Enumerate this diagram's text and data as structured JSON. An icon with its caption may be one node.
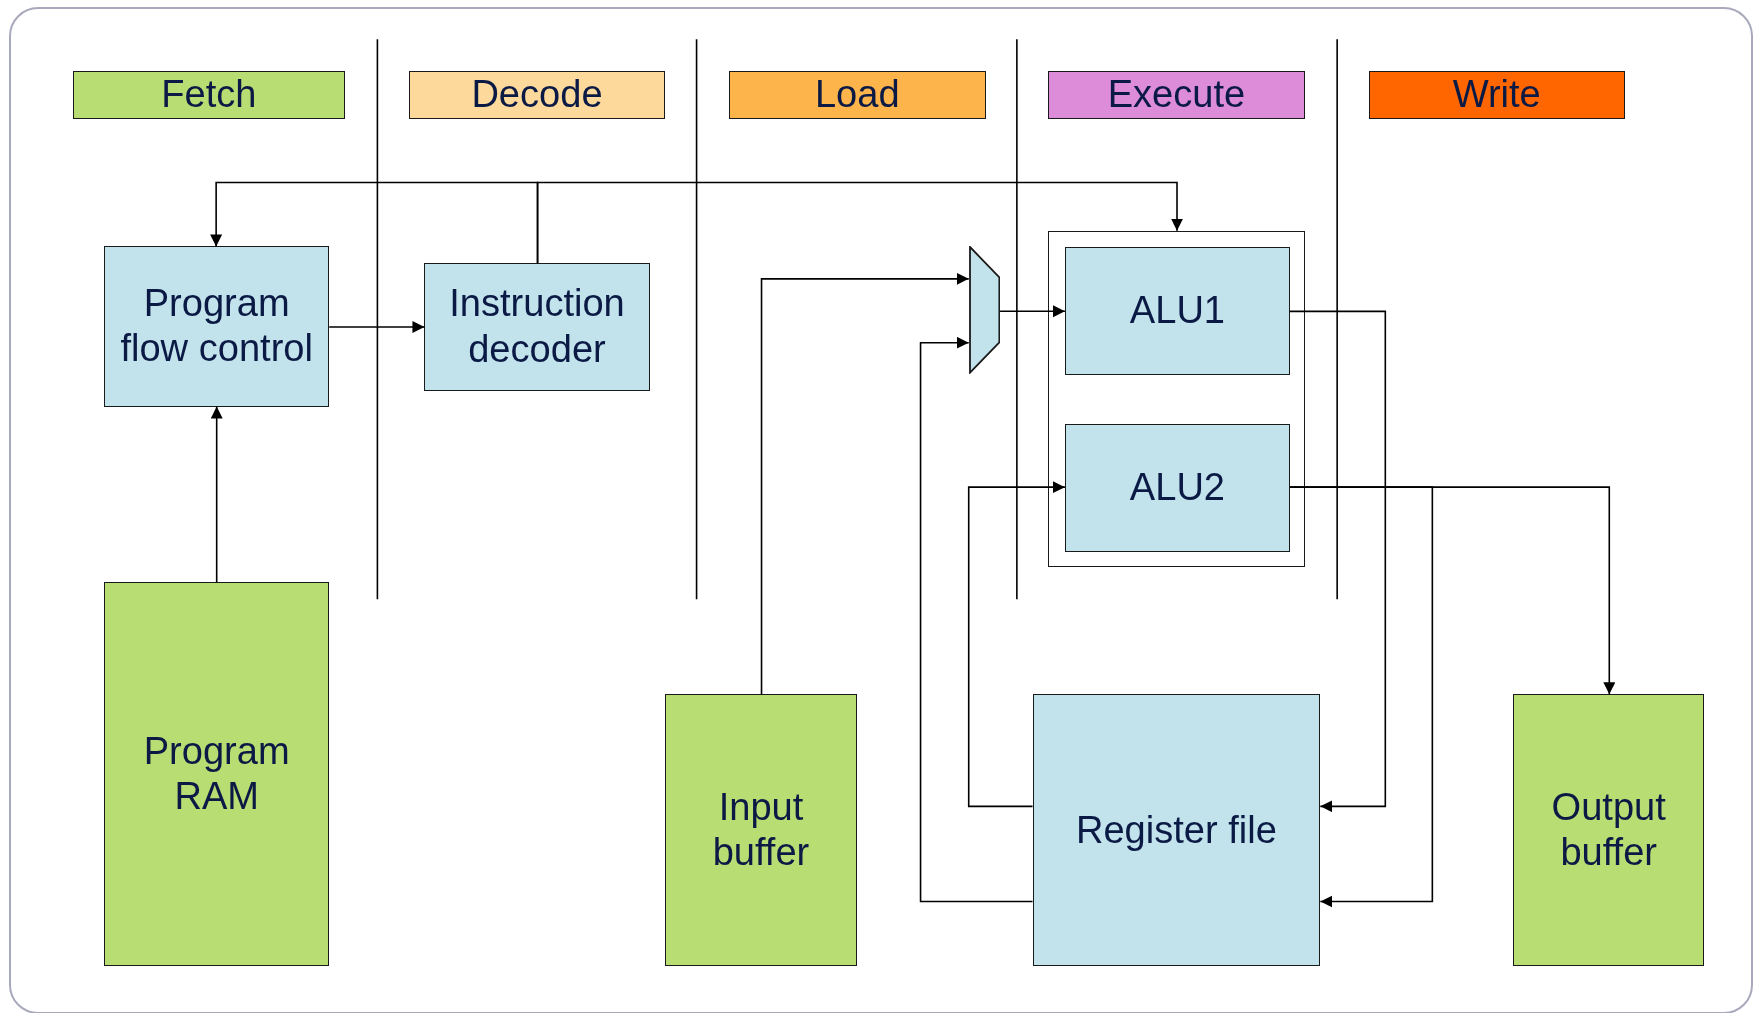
{
  "diagram": {
    "nodes": [
      {
        "text": [
          "Fetch"
        ]
      },
      {
        "text": [
          "Decode"
        ]
      },
      {
        "text": [
          "Load"
        ]
      },
      {
        "text": [
          "Execute"
        ]
      },
      {
        "text": [
          "Write"
        ]
      },
      {
        "text": [
          "Program flow control"
        ]
      },
      {
        "text": [
          "Instruction decoder"
        ]
      },
      {
        "text": [],
        "shape": "trapezoid"
      },
      {
        "text": [],
        "shape": "box"
      },
      {
        "text": [
          "ALU1"
        ],
        "in": 8
      },
      {
        "text": [
          "ALU2"
        ],
        "in": 8
      },
      {
        "text": [
          "Program RAM"
        ]
      },
      {
        "text": [
          "Input buffer"
        ]
      },
      {
        "text": [
          "Register file"
        ]
      },
      {
        "text": [
          "Output buffer"
        ]
      }
    ],
    "edges": [
      {
        "from": 6,
        "to": 5,
        "arrow": "to"
      },
      {
        "from": 6,
        "to": 8,
        "arrow": "to"
      },
      {
        "from": 5,
        "to": 6,
        "arrow": "to"
      },
      {
        "from": 11,
        "to": 5,
        "arrow": "to"
      },
      {
        "from": 12,
        "to": 7,
        "arrow": "to"
      },
      {
        "from": 13,
        "to": 7,
        "arrow": "to"
      },
      {
        "from": 7,
        "to": 9,
        "arrow": "to"
      },
      {
        "from": 13,
        "to": 10,
        "arrow": "to"
      },
      {
        "from": 9,
        "to": 13,
        "arrow": "to"
      },
      {
        "from": 10,
        "to": 13,
        "arrow": "to"
      },
      {
        "from": 10,
        "to": 14,
        "arrow": "to"
      }
    ]
  }
}
